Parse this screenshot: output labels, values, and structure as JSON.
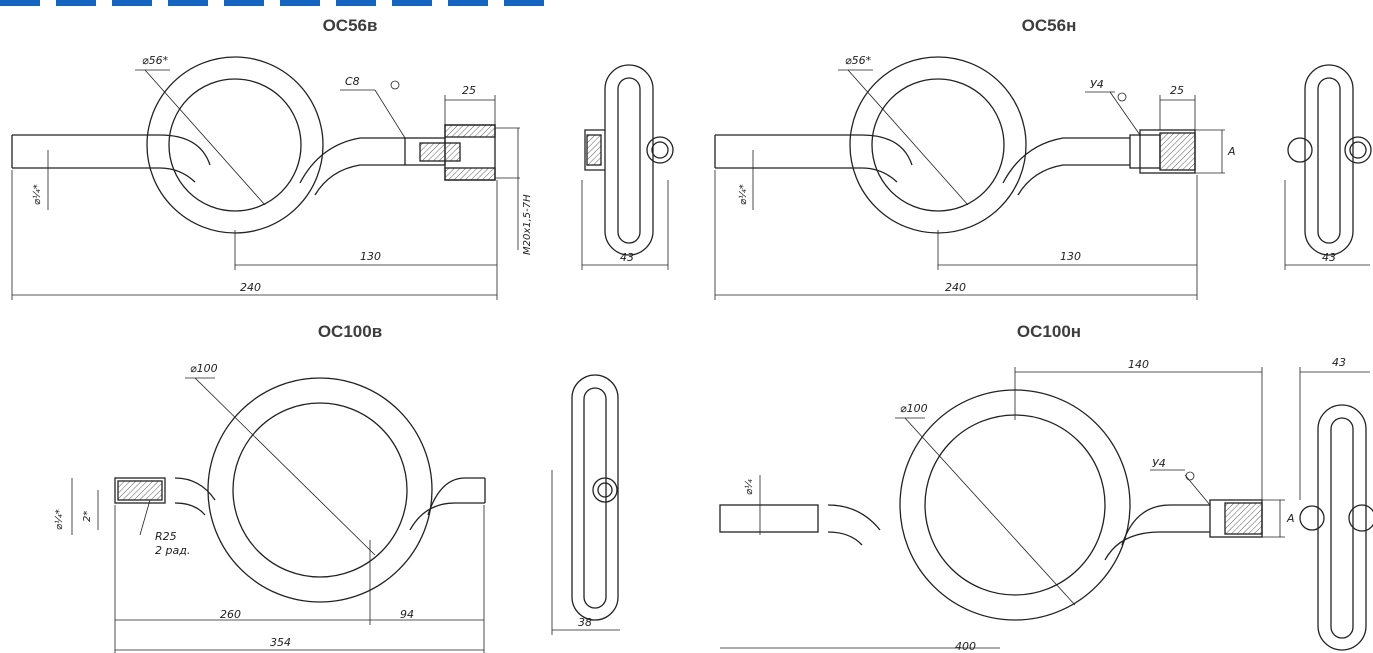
{
  "accent_color": "#1565c0",
  "panels": [
    {
      "title": "ОС56в",
      "dims": {
        "diameter": "⌀56*",
        "length_total": "240",
        "length_part": "130",
        "width": "25",
        "thread": "M20x1,5-7H",
        "weld": "С8",
        "pipe": "⌀¼*",
        "side_width": "43"
      }
    },
    {
      "title": "ОС56н",
      "dims": {
        "diameter": "⌀56*",
        "length_total": "240",
        "length_part": "130",
        "width": "25",
        "weld": "У4",
        "pipe": "⌀¼*",
        "a_label": "A",
        "side_width": "43"
      }
    },
    {
      "title": "ОС100в",
      "dims": {
        "diameter": "⌀100",
        "length_total": "354",
        "length_a": "260",
        "length_b": "94",
        "pipe": "⌀¼*",
        "pipe2": "2*",
        "radius": "R25",
        "radius_note": "2 рад.",
        "side_width": "38"
      }
    },
    {
      "title": "ОС100н",
      "dims": {
        "diameter": "⌀100",
        "length_total": "400",
        "length_part": "140",
        "weld": "У4",
        "pipe": "⌀¼",
        "a_label": "A",
        "side_width": "43"
      }
    }
  ]
}
